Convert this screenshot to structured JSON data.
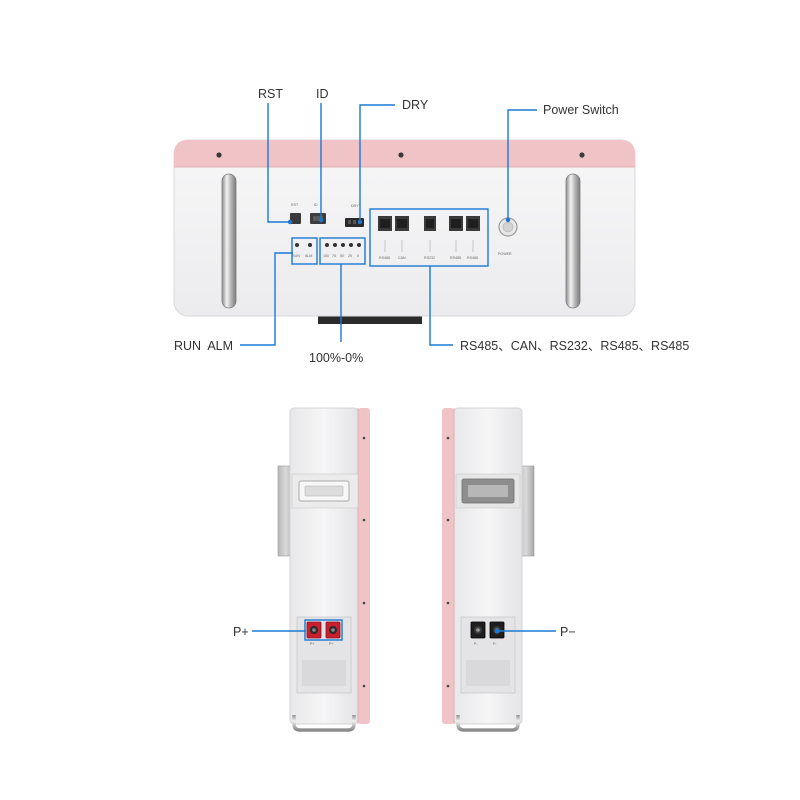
{
  "colors": {
    "pink": "#f0c4c6",
    "pink_dark": "#e6a9ad",
    "body": "#f3f3f4",
    "callout": "#1a78d4",
    "red_connector": "#c8202f",
    "black_connector": "#1e1e1e"
  },
  "callouts": {
    "rst": "RST",
    "id": "ID",
    "dry": "DRY",
    "power_switch": "Power Switch",
    "run_alm": "RUN  ALM",
    "soc": "100%-0%",
    "ports": "RS485、CAN、RS232、RS485、RS485",
    "p_plus": "P+",
    "p_minus": "P−"
  },
  "panel": {
    "rst_small": "RST",
    "id_small": "ID",
    "dry_small": "DRY",
    "run_small": "RUN",
    "alm_small": "ALM",
    "soc_small": [
      "100",
      "75",
      "50",
      "25",
      "0"
    ],
    "port_labels": [
      "RS485",
      "CAN",
      "RS232",
      "RS485",
      "RS485"
    ],
    "power_small": "POWER",
    "terminal_plus": "P+",
    "terminal_minus": "P-"
  },
  "icons": {
    "power_button": "power-button-icon",
    "handle": "handle-icon",
    "connector": "power-connector-icon"
  }
}
